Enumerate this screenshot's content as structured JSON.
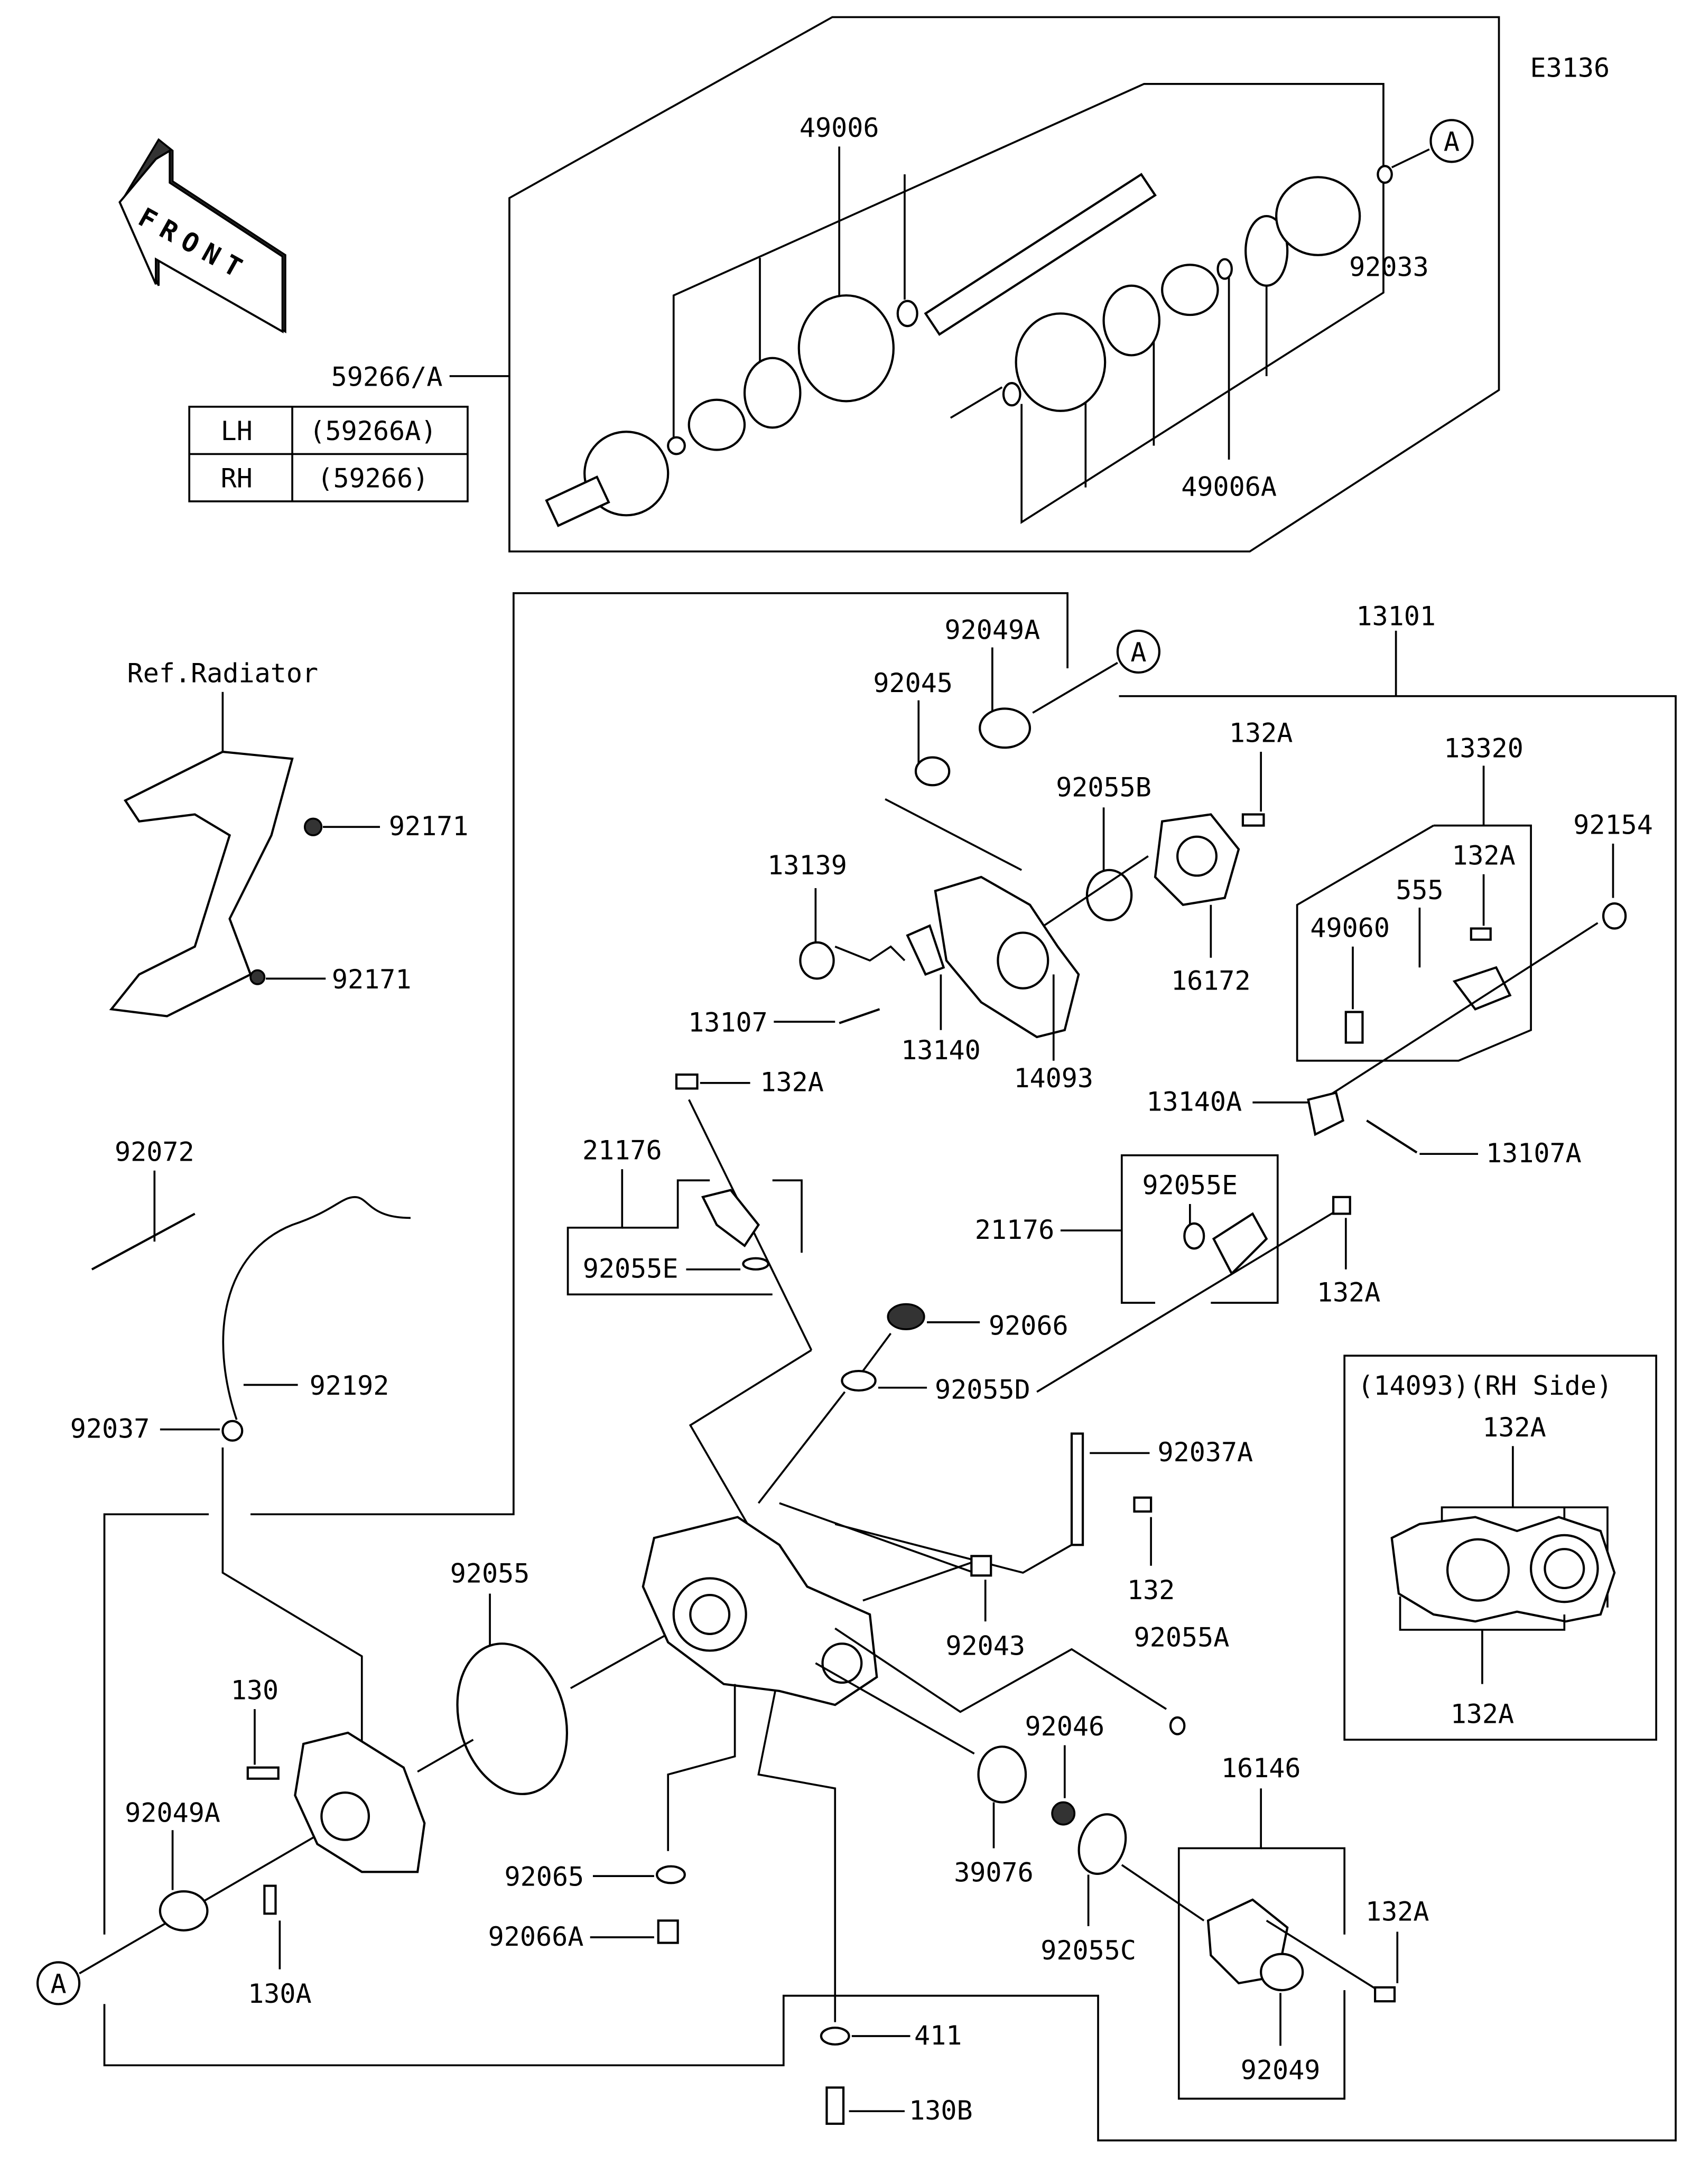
{
  "diagram_code": "E3136",
  "front_arrow": "FRONT",
  "ref_label": "Ref.Radiator",
  "variant_table": {
    "callout": "59266/A",
    "rows": [
      {
        "side": "LH",
        "part": "(59266A)"
      },
      {
        "side": "RH",
        "part": "(59266)"
      }
    ]
  },
  "inset_title": "(14093)(RH Side)",
  "ref_marker": "A",
  "labels": {
    "p49006": "49006",
    "p92033": "92033",
    "p49006A": "49006A",
    "p13101": "13101",
    "p92049A": "92049A",
    "p92045": "92045",
    "p132A": "132A",
    "p13320": "13320",
    "p92055B": "92055B",
    "p92171": "92171",
    "p92154": "92154",
    "p13139": "13139",
    "p555": "555",
    "p49060": "49060",
    "p16172": "16172",
    "p13107": "13107",
    "p13140": "13140",
    "p14093": "14093",
    "p13140A": "13140A",
    "p92072": "92072",
    "p21176": "21176",
    "p13107A": "13107A",
    "p92055E": "92055E",
    "p92066": "92066",
    "p92192": "92192",
    "p92055D": "92055D",
    "p92037": "92037",
    "p92037A": "92037A",
    "p132": "132",
    "p92055": "92055",
    "p92043": "92043",
    "p92055A": "92055A",
    "p130": "130",
    "p92046": "92046",
    "p16146": "16146",
    "p39076": "39076",
    "p92065": "92065",
    "p92066A": "92066A",
    "p92055C": "92055C",
    "p130A": "130A",
    "p411": "411",
    "p92049": "92049",
    "p130B": "130B"
  }
}
